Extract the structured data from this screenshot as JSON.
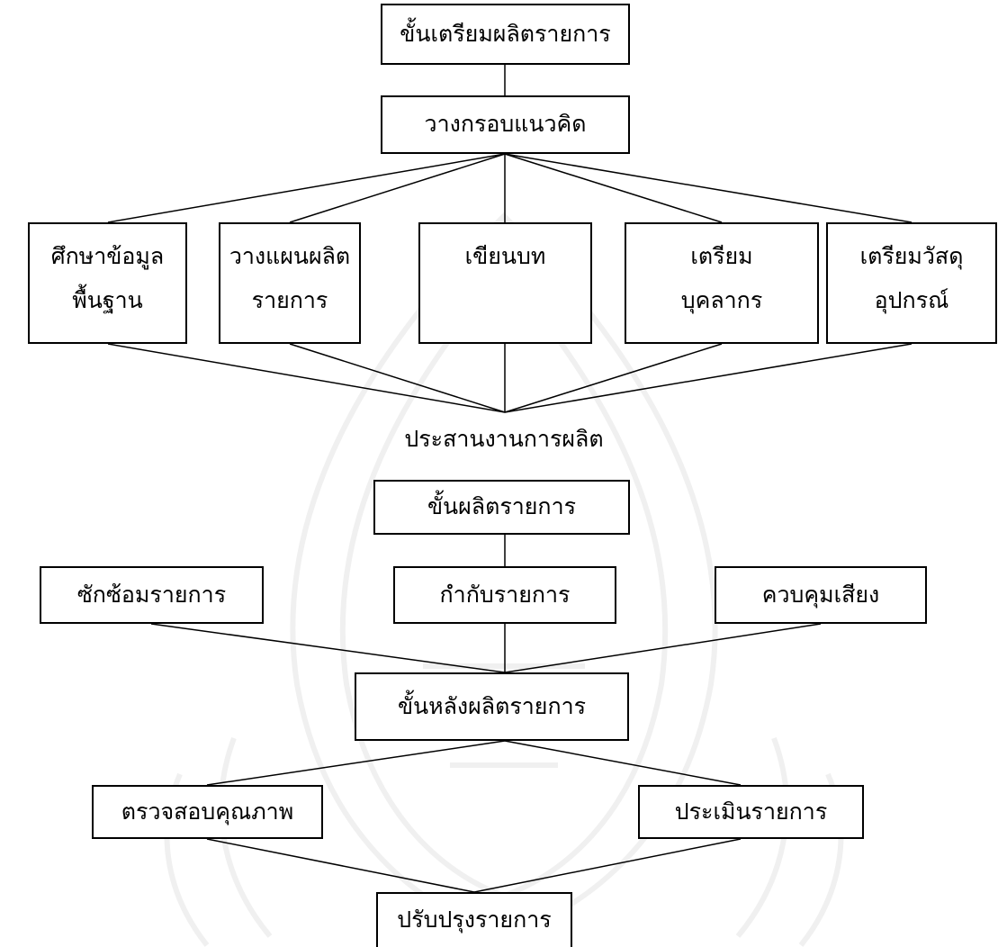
{
  "pre_production": {
    "header": "ขั้นเตรียมผลิตรายการ",
    "concept": "วางกรอบแนวคิด",
    "tasks": [
      {
        "line1": "ศึกษาข้อมูล",
        "line2": "พื้นฐาน"
      },
      {
        "line1": "วางแผนผลิต",
        "line2": "รายการ"
      },
      {
        "line1": "เขียนบท",
        "line2": ""
      },
      {
        "line1": "เตรียม",
        "line2": "บุคลากร"
      },
      {
        "line1": "เตรียมวัสดุ",
        "line2": "อุปกรณ์"
      }
    ],
    "coordination": "ประสานงานการผลิต"
  },
  "production": {
    "header": "ขั้นผลิตรายการ",
    "tasks": [
      "ซักซ้อมรายการ",
      "กำกับรายการ",
      "ควบคุมเสียง"
    ]
  },
  "post_production": {
    "header": "ขั้นหลังผลิตรายการ",
    "tasks": [
      "ตรวจสอบคุณภาพ",
      "ประเมินรายการ"
    ],
    "final": "ปรับปรุงรายการ"
  }
}
